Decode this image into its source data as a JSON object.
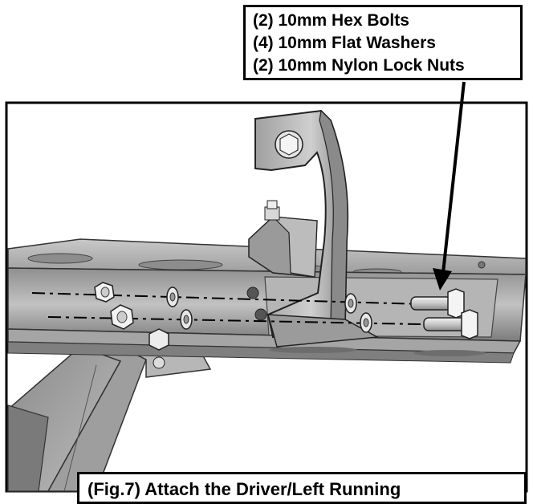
{
  "hardware_callout": {
    "lines": [
      "(2) 10mm Hex Bolts",
      "(4) 10mm Flat Washers",
      "(2) 10mm Nylon Lock Nuts"
    ]
  },
  "caption": {
    "text": "(Fig.7) Attach the Driver/Left Running"
  },
  "colors": {
    "border": "#000000",
    "metal_light": "#d4d4d4",
    "metal_mid": "#a8a8a8",
    "metal_dark": "#6e6e6e"
  }
}
